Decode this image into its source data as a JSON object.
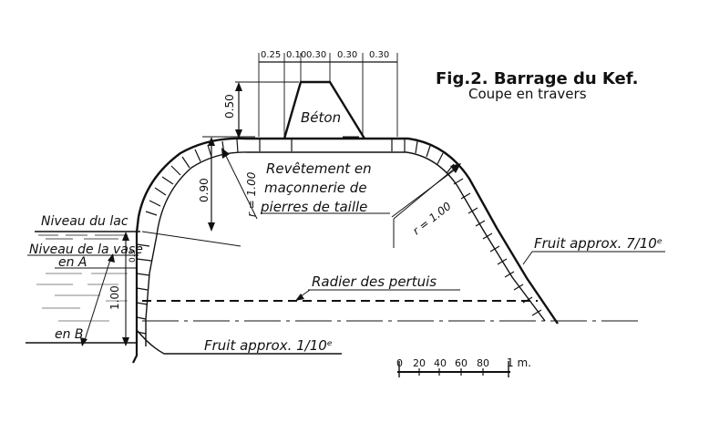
{
  "title": {
    "main": "Fig.2.  Barrage du Kef.",
    "sub": "Coupe en travers"
  },
  "top_dimensions": [
    "0.25",
    "0.10",
    "0.30",
    "0.30",
    "0.30"
  ],
  "vertical_dimensions": {
    "beton_height": "0.50",
    "crest_depth": "0.90",
    "small_step": "0.3",
    "lower_height": "1.00"
  },
  "labels": {
    "beton": "Béton",
    "revetement": [
      "Revêtement en",
      "maçonnerie de",
      "pierres de taille"
    ],
    "radius_left": "r = 1.00",
    "radius_right": "r = 1.00",
    "niveau_lac": "Niveau du lac",
    "niveau_vase": "Niveau de la vase",
    "en_a": "en A",
    "en_b": "en B",
    "fruit_right": "Fruit approx. 7/10ᵉ",
    "fruit_left": "Fruit approx. 1/10ᵉ",
    "radier": "Radier des pertuis"
  },
  "scale_bar": {
    "ticks": [
      "0",
      "20",
      "40",
      "60",
      "80",
      "1 m."
    ]
  },
  "colors": {
    "ink": "#111111",
    "paper": "#ffffff"
  }
}
